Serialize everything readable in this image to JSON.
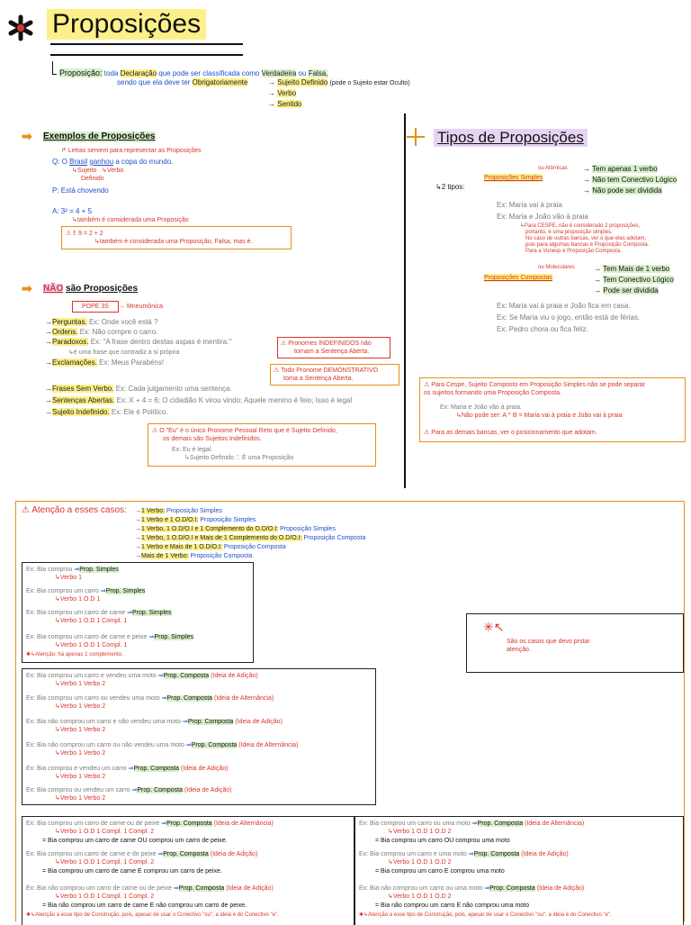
{
  "header": {
    "title": "Proposições",
    "def_label": "Proposição:",
    "def_line1": [
      "toda",
      "Declaração",
      "que pode",
      "ser classificada",
      "como",
      "Verdadeira",
      "ou",
      "Falsa,"
    ],
    "def_line2a": "sendo que ela deve ter",
    "def_line2b": "Obrigatoriamente",
    "req1": "Sujeito Definido",
    "req1_note": "(pode o Sujeito estar Oculto)",
    "req2": "Verbo",
    "req3": "Sentido"
  },
  "examples": {
    "title": "Exemplos de Proposições",
    "letters_note": "Letras servem para representar as Proposições",
    "q": "Q: O",
    "q_brasil": "Brasil",
    "q_ganhou": "ganhou",
    "q_rest": "a copa do mundo.",
    "q_sujeito": "Sujeito",
    "q_definido": "Definido",
    "q_verbo": "Verbo",
    "p": "P: Está chovendo",
    "a": "A: 3² = 4 + 5",
    "a_note": "também é considerada uma Proposição",
    "f": "f: 9 = 2 + 2",
    "f_note": "também é considerada uma Proposição, Falsa, mas é."
  },
  "nao": {
    "title_a": "NÃO",
    "title_b": "são Proposições",
    "pope": "POPE 3S",
    "mnem": "Mneumônica",
    "items": [
      {
        "label": "Perguntas.",
        "ex": "Ex: Onde você está ?"
      },
      {
        "label": "Ordens.",
        "ex": "Ex: Não compre o carro."
      },
      {
        "label": "Paradoxos.",
        "ex": "Ex: \"A frase dentro destas aspas é mentira.\""
      },
      {
        "label": "Exclamações.",
        "ex": "Ex: Meus Parabéns!"
      }
    ],
    "paradox_note": "é uma frase que contradiz a si própria",
    "items2": [
      {
        "label": "Frases Sem Verbo.",
        "ex": "Ex: Cada julgamento uma sentença."
      },
      {
        "label": "Sentenças Abertas.",
        "ex": "Ex: X + 4 = 6; O cidadião K virou vindo; Aquele menino é feio; Isso é legal"
      },
      {
        "label": "Sujeito Indefinido.",
        "ex": "Ex: Ele é Político."
      }
    ],
    "warn1_a": "Pronomes INDEFINIDOS não",
    "warn1_b": "tornam a Sentença Aberta.",
    "warn2_a": "Todo Pronome DEMONSTRATIVO",
    "warn2_b": "torna a Sentença Aberta.",
    "warn3_a": "O \"Eu\" é o único Pronome Pessoal Reto que é Sujeito Definido,",
    "warn3_b": "os demais são Sujeitos Indefinidos.",
    "warn3_ex": "Ex: Eu é legal.",
    "warn3_note": "Sujeito Definido .'. É uma Proposição"
  },
  "tipos": {
    "title": "Tipos de Proposições",
    "two": "2 tipos:",
    "simples_small": "ou Atômicas",
    "simples": "Proposições Simples",
    "simples_props": [
      "Tem apenas 1 verbo",
      "Não tem Conectivo Lógico",
      "Não pode ser dividida"
    ],
    "ex1": "Ex: Maria vai à praia",
    "ex2": "Ex: Maria e João vão à praia",
    "cespe_note": [
      "Para CESPE, não é considerado 2 proposições,",
      "portanto, é uma proposição simples.",
      "No caso de outras bancas, ver o que elas adotam,",
      "pois para algumas bancas é Proposição Composta.",
      "Para a Vunesp é Proposição Composta."
    ],
    "comp_small": "ou Moleculares",
    "compostas": "Proposições Compostas",
    "comp_props": [
      "Tem Mais de 1 verbo",
      "Tem Conectivo Lógico",
      "Pode ser dividida"
    ],
    "cex": [
      "Ex: Maria vai à praia e João fica em casa.",
      "Ex: Se Maria viu o jogo, então está de férias.",
      "Ex:  Pedro chora ou fica feliz."
    ],
    "box_a": "Para Cespe, Sujeito Composto em Proposição Simples não se pode separar",
    "box_b": "os sujeitos formando uma Proposição Composta.",
    "box_ex": "Ex: Maria e João vão à praia.",
    "box_np": "Não pode ser: A ^ B = Maria vai à praia e João vai à praia",
    "box_c": "Para as demais bancas, ver o posicionamento que adotam."
  },
  "atencao": {
    "title": "Atenção a esses casos:",
    "rules": [
      {
        "k": "1 Verbo:",
        "v": "Proposição Simples"
      },
      {
        "k": "1 Verbo e 1 O.D/O.I:",
        "v": "Proposição Simples"
      },
      {
        "k": "1 Verbo, 1 O.D/O.I e 1 Complemento do O.D/O.I:",
        "v": "Proposição Simples"
      },
      {
        "k": "1 Verbo, 1 O.D/O.I e Mais de 1 Complemento do O.D/O.I:",
        "v": "Proposição Composta"
      },
      {
        "k": "1 Verbo e Mais de 1 O.D/O.I:",
        "v": "Proposição Composta"
      },
      {
        "k": "Mais de 1 Verbo:",
        "v": "Proposição Composta"
      }
    ],
    "side_note_a": "São os casos que devo prstar",
    "side_note_b": "atenção.",
    "simples_ex": [
      {
        "ex": "Ex:  Bia comprou",
        "res": "Prop. Simples",
        "sub": "Verbo 1"
      },
      {
        "ex": "Ex:  Bia comprou um carro",
        "res": "Prop. Simples",
        "sub": "Verbo 1   O.D 1"
      },
      {
        "ex": "Ex:  Bia comprou um carro de carne",
        "res": "Prop. Simples",
        "sub": "Verbo 1   O.D 1    Compl. 1"
      },
      {
        "ex": "Ex:  Bia comprou um carro de carne e peixe",
        "res": "Prop. Simples",
        "sub": "Verbo 1   O.D 1    Compl. 1"
      }
    ],
    "simples_att": "Atenção: há apenas 1 complemento.",
    "verb_ex": [
      {
        "ex": "Ex:  Bia comprou um carro e vendeu uma moto",
        "res": "Prop. Composta",
        "idea": "(Ideia de Adição)",
        "sub": "Verbo 1              Verbo 2"
      },
      {
        "ex": "Ex:  Bia comprou um carro ou vendeu uma moto",
        "res": "Prop. Composta",
        "idea": "(Ideia de Alternância)",
        "sub": "Verbo 1                 Verbo 2"
      },
      {
        "ex": "Ex:  Bia não comprou um carro e não vendeu uma moto",
        "res": "Prop. Composta",
        "idea": "(Ideia de Adição)",
        "sub": "Verbo 1                     Verbo 2"
      },
      {
        "ex": "Ex:  Bia não comprou um carro ou não vendeu uma moto",
        "res": "Prop. Composta",
        "idea": "(Ideia de Alternância)",
        "sub": "Verbo 1                       Verbo 2"
      },
      {
        "ex": "Ex:  Bia comprou e vendeu um carro",
        "res": "Prop. Composta",
        "idea": "(Ideia de Adição)",
        "sub": "Verbo 1   Verbo 2"
      },
      {
        "ex": "Ex:  Bia comprou ou vendeu um carro",
        "res": "Prop. Composta",
        "idea": "(Ideia de Adição)",
        "sub": "Verbo 1    Verbo 2"
      }
    ],
    "compl_left": [
      {
        "ex": "Ex:  Bia comprou um carro de carne ou de peixe",
        "res": "Prop. Composta",
        "idea": "(Ideia de Alternância)",
        "sub": "Verbo 1   O.D 1   Compl. 1   Compl. 2",
        "eq": "= Bia comprou um carro de carne OU comprou um carro de peixe."
      },
      {
        "ex": "Ex:  Bia comprou um carro de carne e de peixe",
        "res": "Prop. Composta",
        "idea": "(Ideia de Adição)",
        "sub": "Verbo 1   O.D 1   Compl. 1   Compl. 2",
        "eq": "= Bia comprou um carro de carne E comprou um carro de peixe."
      },
      {
        "ex": "Ex:  Bia não comprou um carro de carne ou de peixe",
        "res": "Prop. Composta",
        "idea": "(Ideia de Adição)",
        "sub": "Verbo 1       O.D 1   Compl. 1   Compl. 2",
        "eq": "= Bia não comprou um carro de carne E não comprou um carro de peixe."
      }
    ],
    "compl_right": [
      {
        "ex": "Ex:  Bia comprou um carro ou uma moto",
        "res": "Prop. Composta",
        "idea": "(Ideia de Alternância)",
        "sub": "Verbo 1   O.D 1          O.D 2",
        "eq": "= Bia comprou um carro OU comprou uma moto"
      },
      {
        "ex": "Ex:  Bia comprou um carro e uma moto",
        "res": "Prop. Composta",
        "idea": "(Ideia de Adição)",
        "sub": "Verbo 1   O.D 1     O.D 2",
        "eq": "= Bia comprou um carro E comprou uma moto"
      },
      {
        "ex": "Ex:  Bia não comprou um carro ou uma moto",
        "res": "Prop. Composta",
        "idea": "(Ideia de Adição)",
        "sub": "Verbo 1       O.D 1          O.D 2",
        "eq": "= Bia não comprou um carro E não comprou uma moto"
      }
    ],
    "foot_left": "Atenção a esse tipo de Construção, pois, apesar de usar o Conectivo \"ou\", a ideia é do  Conectivo \"e\".",
    "foot_right": "Atenção a esse tipo de Construção, pois, apesar de usar o Conectivo \"ou\", a ideia é do  Conectivo \"e\"."
  }
}
